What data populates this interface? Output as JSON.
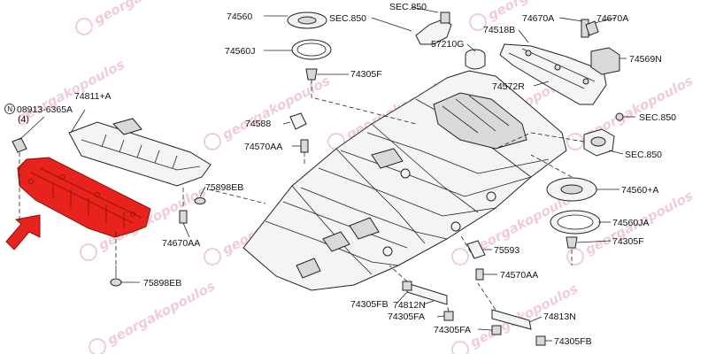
{
  "watermark": {
    "text": "georgakopoulos",
    "color": "#e7a3b9"
  },
  "highlight_color": "#e8231d",
  "labels": {
    "p74560": "74560",
    "sec850a": "SEC.850",
    "sec850b": "SEC.850",
    "p74560J": "74560J",
    "p74305F_top": "74305F",
    "p57210G": "57210G",
    "p74518B": "74518B",
    "p74670A_a": "74670A",
    "p74670A_b": "74670A",
    "p74569N": "74569N",
    "p74572R": "74572R",
    "sec850c": "SEC.850",
    "sec850d": "SEC.850",
    "p08913": "08913-6365A",
    "p08913_qty": "(4)",
    "p74811": "74811+A",
    "p74588": "74588",
    "p74570AA_top": "74570AA",
    "p75898EB_a": "75898EB",
    "p74670AA": "74670AA",
    "p75898EB_b": "75898EB",
    "p74560A": "74560+A",
    "p74560JA": "74560JA",
    "p74305F_right": "74305F",
    "p75593": "75593",
    "p74570AA_bot": "74570AA",
    "p74305FB_a": "74305FB",
    "p74812N": "74812N",
    "p74305FA_a": "74305FA",
    "p74305FA_b": "74305FA",
    "p74813N": "74813N",
    "p74305FB_b": "74305FB"
  }
}
